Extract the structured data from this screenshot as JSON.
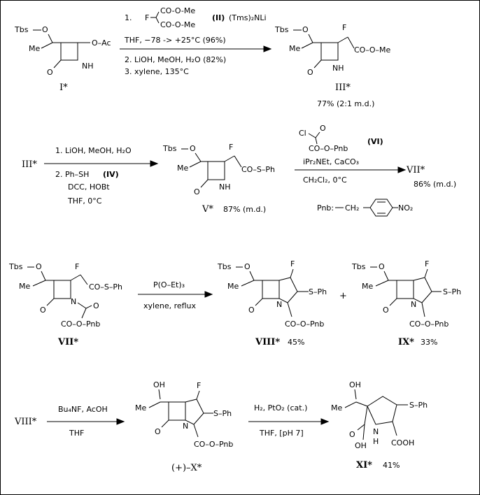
{
  "step1": {
    "reagent_F": "F",
    "ester_top": "CO-O-Me",
    "ester_bottom": "CO-O-Me",
    "reagent_label": "II",
    "base": "(Tms)₂NLi",
    "conditions_1": "1.",
    "conditions_thf": "THF,  −78 -> +25°C  (96%)",
    "conditions_2": "2. LiOH,   MeOH, H₂O    (82%)",
    "conditions_3": "3. xylene,  135°C"
  },
  "compound_I": {
    "label": "I*",
    "tbs": "Tbs",
    "o": "O",
    "me": "Me",
    "oac": "O–Ac",
    "nh": "NH",
    "carbonyl_o": "O"
  },
  "compound_III": {
    "label": "III*",
    "yield": "77% (2:1 m.d.)",
    "tbs": "Tbs",
    "o": "O",
    "me": "Me",
    "f": "F",
    "ester": "CO–O–Me",
    "nh": "NH",
    "carbonyl_o": "O"
  },
  "step2": {
    "start": "III*",
    "cond_1": "1. LiOH,   MeOH,  H₂O",
    "cond_2": "2. Ph–SH",
    "reagent_label": "IV",
    "cond_3": "DCC,  HOBt",
    "cond_4": "THF,   0°C"
  },
  "compound_V": {
    "label": "V*",
    "yield": "87% (m.d.)",
    "tbs": "Tbs",
    "o": "O",
    "me": "Me",
    "f": "F",
    "thioester": "CO–S–Ph",
    "nh": "NH",
    "carbonyl_o": "O"
  },
  "step3": {
    "cl": "Cl",
    "acyl_o": "O",
    "ester": "CO–O–Pnb",
    "reagent_label": "VI",
    "cond_1": "iPr₂NEt,  CaCO₃",
    "cond_2": "CH₂Cl₂,     0°C",
    "product": "VII*",
    "yield": "86% (m.d.)",
    "pnb_label": "Pnb:",
    "pnb_ch2": "CH₂",
    "pnb_no2": "NO₂"
  },
  "compound_VII": {
    "label": "VII*",
    "tbs": "Tbs",
    "o": "O",
    "me": "Me",
    "f": "F",
    "thioester": "CO–S–Ph",
    "n": "N",
    "carbonyl_o": "O",
    "ester": "CO–O–Pnb"
  },
  "step4": {
    "reagent": "P(O–Et)₃",
    "cond": "xylene,  reflux"
  },
  "compound_VIII": {
    "label": "VIII*",
    "yield": "45%",
    "tbs": "Tbs",
    "o": "O",
    "me": "Me",
    "f": "F",
    "sph": "S–Ph",
    "n": "N",
    "carbonyl_o": "O",
    "ester": "CO–O–Pnb"
  },
  "plus": "+",
  "compound_IX": {
    "label": "IX*",
    "yield": "33%",
    "tbs": "Tbs",
    "o": "O",
    "me": "Me",
    "f": "F",
    "sph": "S–Ph",
    "n": "N",
    "carbonyl_o": "O",
    "ester": "CO–O–Pnb"
  },
  "step5": {
    "start": "VIII*",
    "reagent": "Bu₄NF,  AcOH",
    "cond": "THF"
  },
  "compound_X": {
    "label": "(+)–X*",
    "oh": "OH",
    "me": "Me",
    "f": "F",
    "sph": "S–Ph",
    "n": "N",
    "carbonyl_o": "O",
    "ester": "CO–O–Pnb"
  },
  "step6": {
    "reagent": "H₂,    PtO₂ (cat.)",
    "cond": "THF,    [pH 7]"
  },
  "compound_XI": {
    "label": "XI*",
    "yield": "41%",
    "oh": "OH",
    "me": "Me",
    "sph": "S–Ph",
    "nh": "N",
    "h": "H",
    "carbonyl_o": "O",
    "oh2": "OH",
    "cooh": "COOH"
  }
}
